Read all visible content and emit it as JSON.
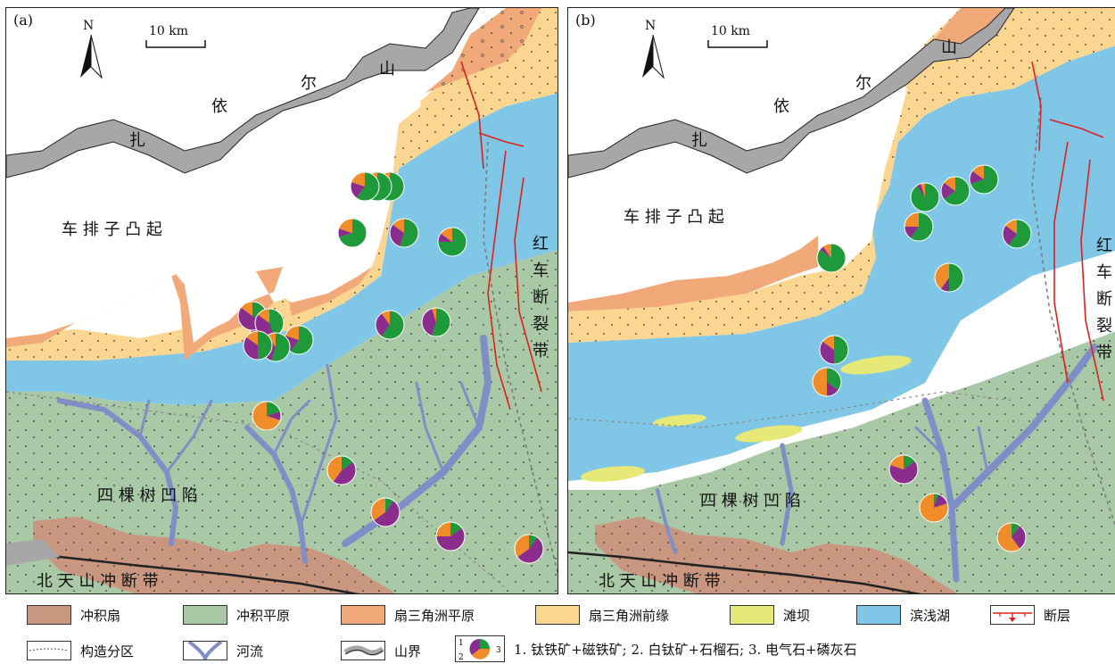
{
  "panels": [
    {
      "label": "(a)",
      "north": "N",
      "scale": "10 km",
      "mountain": [
        "扎",
        "依",
        "尔",
        "山"
      ],
      "uplift": "车 排 子 凸 起",
      "depression": "四 棵 树 凹 陷",
      "thrust": "北 天 山 冲 断 带",
      "fault": [
        "红",
        "车",
        "断",
        "裂",
        "带"
      ]
    },
    {
      "label": "(b)",
      "north": "N",
      "scale": "10 km",
      "mountain": [
        "扎",
        "依",
        "尔",
        "山"
      ],
      "uplift": "车 排 子 凸 起",
      "depression": "四 棵 树 凹 陷",
      "thrust": "北 天 山 冲 断 带",
      "fault": [
        "红",
        "车",
        "断",
        "裂",
        "带"
      ]
    }
  ],
  "colors": {
    "alluvial_fan": "#c9967f",
    "alluvial_plain": "#a9c8a6",
    "fan_delta_plain": "#f2a97a",
    "fan_delta_front": "#fbd690",
    "beach_bar": "#e6e877",
    "lake": "#80c6e6",
    "fault": "#e0201c",
    "river": "#7f8ec6",
    "mountain": "#a7a7a9",
    "mineral_1": "#1e9a3a",
    "mineral_2": "#8b2d8c",
    "mineral_3": "#f08c2a"
  },
  "legend": {
    "alluvial_fan": "冲积扇",
    "alluvial_plain": "冲积平原",
    "fan_delta_plain": "扇三角洲平原",
    "fan_delta_front": "扇三角洲前缘",
    "beach_bar": "滩坝",
    "lake": "滨浅湖",
    "fault": "断层",
    "tectonic_boundary": "构造分区",
    "river": "河流",
    "mountain_boundary": "山界",
    "pie_key": "1. 钛铁矿+磁铁矿; 2. 白钛矿+石榴石; 3. 电气石+磷灰石",
    "pie_nums": [
      "1",
      "2",
      "3"
    ]
  },
  "pies_a": [
    [
      0.7,
      0.1,
      0.2
    ],
    [
      0.65,
      0.25,
      0.1
    ],
    [
      0.6,
      0.2,
      0.2
    ],
    [
      0.7,
      0.1,
      0.2
    ],
    [
      0.55,
      0.3,
      0.15
    ],
    [
      0.75,
      0.1,
      0.15
    ],
    [
      0.4,
      0.45,
      0.15
    ],
    [
      0.35,
      0.5,
      0.15
    ],
    [
      0.45,
      0.4,
      0.15
    ],
    [
      0.6,
      0.2,
      0.2
    ],
    [
      0.55,
      0.35,
      0.1
    ],
    [
      0.5,
      0.35,
      0.15
    ],
    [
      0.6,
      0.3,
      0.1
    ],
    [
      0.55,
      0.4,
      0.05
    ],
    [
      0.2,
      0.1,
      0.7
    ],
    [
      0.15,
      0.45,
      0.4
    ],
    [
      0.1,
      0.55,
      0.35
    ],
    [
      0.15,
      0.6,
      0.25
    ],
    [
      0.1,
      0.55,
      0.35
    ]
  ],
  "pies_b": [
    [
      0.85,
      0.05,
      0.1
    ],
    [
      0.9,
      0.05,
      0.05
    ],
    [
      0.65,
      0.2,
      0.15
    ],
    [
      0.7,
      0.15,
      0.15
    ],
    [
      0.6,
      0.15,
      0.25
    ],
    [
      0.6,
      0.25,
      0.15
    ],
    [
      0.5,
      0.1,
      0.4
    ],
    [
      0.5,
      0.35,
      0.15
    ],
    [
      0.35,
      0.15,
      0.5
    ],
    [
      0.15,
      0.65,
      0.2
    ],
    [
      0.05,
      0.15,
      0.8
    ],
    [
      0.1,
      0.3,
      0.6
    ]
  ]
}
